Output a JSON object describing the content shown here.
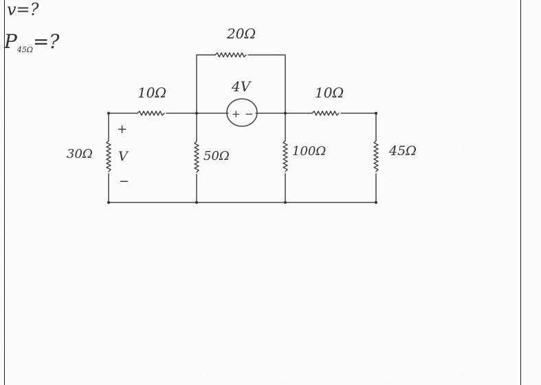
{
  "questions": {
    "v": "v=?",
    "p_prefix": "P",
    "p_sub": "45Ω",
    "p_suffix": "=?"
  },
  "labels": {
    "r_top": "20Ω",
    "r_left_top": "10Ω",
    "source": "4V",
    "source_plus": "+",
    "source_minus": "−",
    "r_right_top": "10Ω",
    "r_30": "30Ω",
    "v_plus": "+",
    "v_label": "V",
    "v_minus": "−",
    "r_50": "50Ω",
    "r_100": "100Ω",
    "r_45": "45Ω"
  },
  "colors": {
    "ink": "#333333"
  }
}
